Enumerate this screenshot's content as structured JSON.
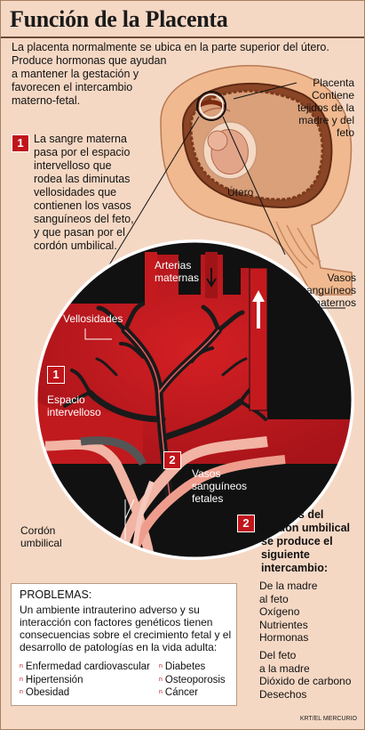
{
  "title": "Función de la Placenta",
  "intro": [
    "La placenta normalmente se ubica en la parte superior del útero.",
    "Produce hormonas que ayudan",
    "a mantener la gestación y",
    "favorecen el intercambio",
    "materno-fetal."
  ],
  "placenta_label": [
    "Placenta",
    "Contiene",
    "tejidos de la",
    "madre y del",
    "feto"
  ],
  "utero_label": "Útero",
  "step1": {
    "number": "1",
    "lines": [
      "La sangre materna",
      "pasa por el espacio",
      "intervelloso que",
      "rodea las diminutas",
      "vellosidades que",
      "contienen los vasos",
      "sanguíneos del feto,",
      "y que pasan por el",
      "cordón umbilical."
    ]
  },
  "circle": {
    "arterias": [
      "Arterias",
      "maternas"
    ],
    "vellosidades": "Vellosidades",
    "espacio_number": "1",
    "espacio": [
      "Espacio",
      "intervelloso"
    ],
    "vasos_fetales_number": "2",
    "vasos_fetales": [
      "Vasos",
      "sanguíneos",
      "fetales"
    ]
  },
  "vasos_maternos": [
    "Vasos",
    "sanguíneos",
    "maternos"
  ],
  "cordon": [
    "Cordón",
    "umbilical"
  ],
  "exchange": {
    "number": "2",
    "lines": [
      "A través del",
      "cordón umbilical",
      "se produce el",
      "siguiente",
      "intercambio:"
    ],
    "to_fetus": [
      "De la madre",
      "al feto",
      "Oxígeno",
      "Nutrientes",
      "Hormonas"
    ],
    "to_mother": [
      "Del feto",
      "a la madre",
      "Dióxido de carbono",
      "Desechos"
    ]
  },
  "problems": {
    "title": "PROBLEMAS:",
    "body": [
      "Un ambiente intrauterino adverso y su",
      "interacción con factores genéticos tienen",
      "consecuencias sobre el crecimiento fetal y el",
      "desarrollo de patologías en la vida adulta:"
    ],
    "left_items": [
      "Enfermedad cardiovascular",
      "Hipertensión",
      "Obesidad"
    ],
    "right_items": [
      "Diabetes",
      "Osteoporosis",
      "Cáncer"
    ],
    "bullet": "n"
  },
  "credit": "KRT/EL MERCURIO",
  "colors": {
    "background": "#f5d8c4",
    "accent_red": "#c0151b",
    "circle_black": "#111111",
    "blood_red": "#c41a1e"
  }
}
